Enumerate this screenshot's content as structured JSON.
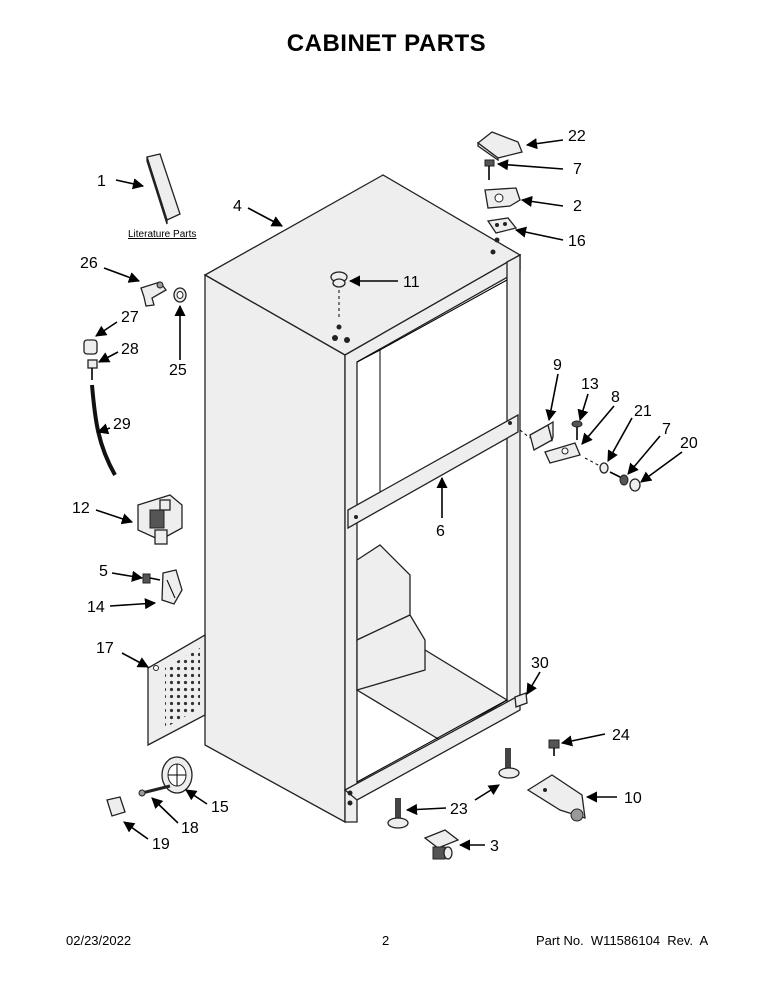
{
  "title": "CABINET PARTS",
  "literature_label": "Literature Parts",
  "footer": {
    "date": "02/23/2022",
    "page": "2",
    "part_no": "Part No.  W11586104  Rev.  A"
  },
  "callouts": {
    "c1": "1",
    "c2": "2",
    "c3": "3",
    "c4": "4",
    "c5": "5",
    "c6": "6",
    "c7a": "7",
    "c7b": "7",
    "c8": "8",
    "c9": "9",
    "c10": "10",
    "c11": "11",
    "c12": "12",
    "c13": "13",
    "c14": "14",
    "c15": "15",
    "c16": "16",
    "c17": "17",
    "c18": "18",
    "c19": "19",
    "c20": "20",
    "c21": "21",
    "c22": "22",
    "c23": "23",
    "c24": "24",
    "c25": "25",
    "c26": "26",
    "c27": "27",
    "c28": "28",
    "c29": "29",
    "c30": "30"
  }
}
